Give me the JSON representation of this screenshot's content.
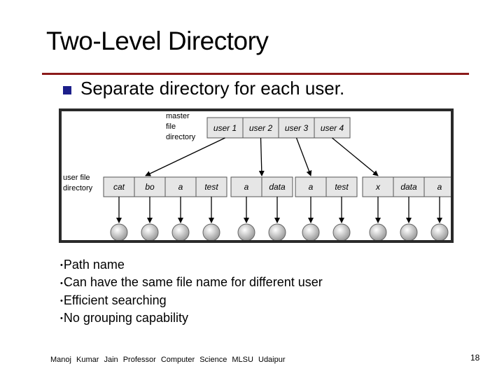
{
  "slide": {
    "title": "Two-Level Directory",
    "main_bullet": "Separate directory for each user.",
    "bullets": [
      "Path name",
      "Can have the same file name for different user",
      "Efficient searching",
      "No grouping capability"
    ],
    "footer": "Manoj Kumar Jain  Professor Computer Science  MLSU  Udaipur",
    "page_number": "18"
  },
  "diagram": {
    "master_label_lines": [
      "master",
      "file",
      "directory"
    ],
    "user_label_lines": [
      "user  file",
      "directory"
    ],
    "master_entries": [
      "user 1",
      "user 2",
      "user 3",
      "user 4"
    ],
    "user_directories": [
      [
        "cat",
        "bo",
        "a",
        "test"
      ],
      [
        "a",
        "data"
      ],
      [
        "a",
        "test"
      ],
      [
        "x",
        "data",
        "a"
      ]
    ],
    "colors": {
      "entry_fill": "#e6e6e6",
      "frame": "#2a2a2a",
      "rule": "#8b1a1a",
      "bullet": "#1c1f8a"
    }
  }
}
